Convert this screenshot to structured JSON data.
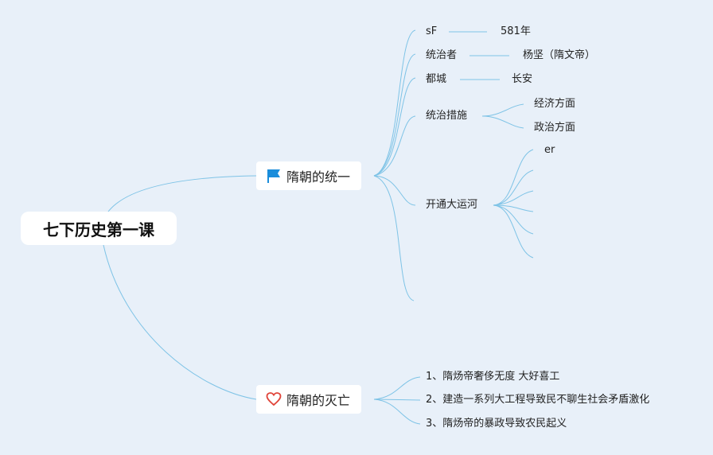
{
  "root": {
    "label": "七下历史第一课"
  },
  "branch_unify": {
    "label": "隋朝的统一",
    "icon": "flag-icon",
    "icon_color": "#1a8ddb",
    "items": {
      "founding": {
        "label": "sF",
        "value": "581年"
      },
      "ruler": {
        "label": "统治者",
        "value": "杨坚（隋文帝）"
      },
      "capital": {
        "label": "都城",
        "value": "长安"
      },
      "measures": {
        "label": "统治措施",
        "children": [
          "经济方面",
          "政治方面"
        ]
      },
      "canal": {
        "label": "开通大运河",
        "children": [
          "er",
          "",
          "",
          "",
          "",
          ""
        ]
      }
    }
  },
  "branch_fall": {
    "label": "隋朝的灭亡",
    "icon": "heart-icon",
    "icon_color": "#e0453a",
    "items": [
      "1、隋炀帝奢侈无度 大好喜工",
      "2、建造一系列大工程导致民不聊生社会矛盾激化",
      "3、隋炀帝的暴政导致农民起义"
    ]
  },
  "colors": {
    "background": "#e8f0f9",
    "connector": "#7ec3e6"
  }
}
